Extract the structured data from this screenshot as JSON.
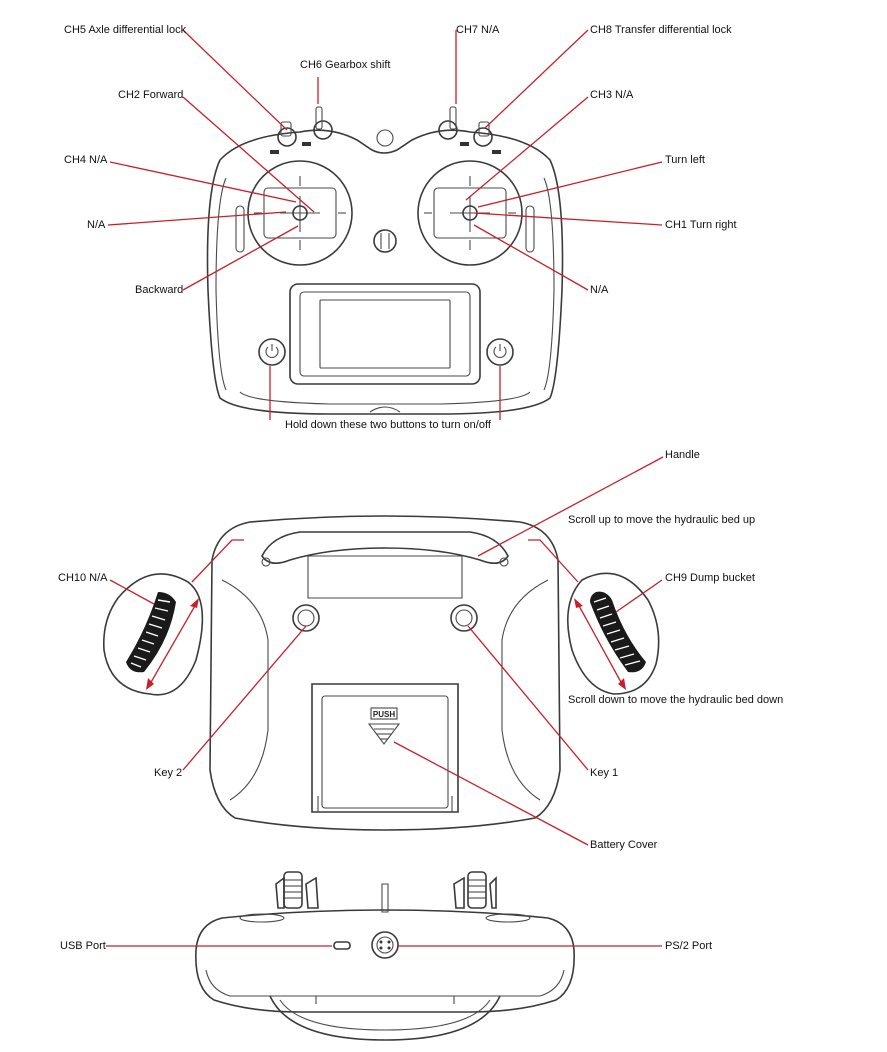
{
  "colors": {
    "leader": "#c8202a",
    "outline": "#3a3a3a",
    "text": "#111111",
    "background": "#ffffff"
  },
  "front_view": {
    "ch5": "CH5 Axle differential lock",
    "ch6": "CH6 Gearbox shift",
    "ch7": "CH7 N/A",
    "ch8": "CH8 Transfer differential lock",
    "ch2": "CH2 Forward",
    "ch3": "CH3 N/A",
    "ch4": "CH4 N/A",
    "turn_left": "Turn left",
    "left_na": "N/A",
    "ch1": "CH1 Turn right",
    "backward": "Backward",
    "right_na": "N/A",
    "power_note": "Hold down these two buttons to turn on/off"
  },
  "back_view": {
    "handle": "Handle",
    "scroll_up": "Scroll up to move the hydraulic bed up",
    "ch10": "CH10 N/A",
    "ch9": "CH9 Dump bucket",
    "scroll_down": "Scroll down to move the hydraulic bed down",
    "key2": "Key 2",
    "key1": "Key 1",
    "battery_cover": "Battery Cover",
    "push_text": "PUSH"
  },
  "bottom_view": {
    "usb_port": "USB Port",
    "ps2_port": "PS/2 Port"
  }
}
